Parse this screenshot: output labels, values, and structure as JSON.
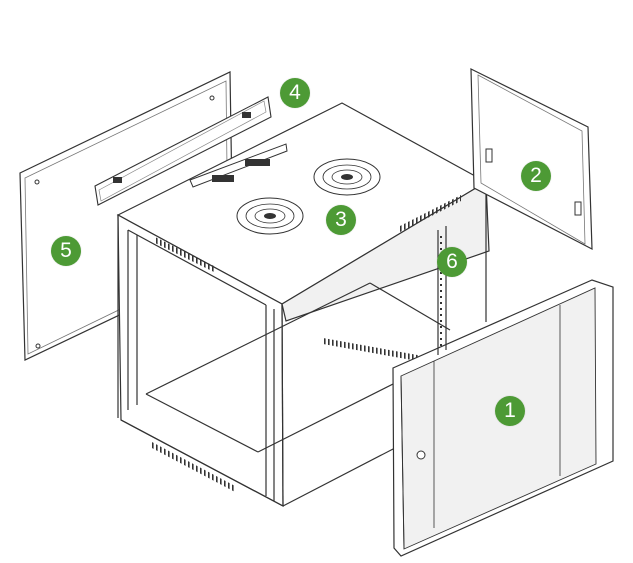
{
  "colors": {
    "callout_fill": "#4d9a35",
    "line": "#333333",
    "panel_fill": "#ffffff",
    "shade": "#f1f1f1"
  },
  "callouts": [
    {
      "id": "c1",
      "label": "1"
    },
    {
      "id": "c2",
      "label": "2"
    },
    {
      "id": "c3",
      "label": "3"
    },
    {
      "id": "c4",
      "label": "4"
    },
    {
      "id": "c5",
      "label": "5"
    },
    {
      "id": "c6",
      "label": "6"
    }
  ]
}
